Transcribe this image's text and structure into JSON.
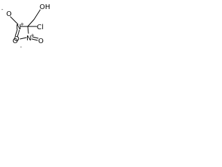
{
  "molecule": {
    "atoms": {
      "hydroxyl": "OH",
      "chlorine": "Cl",
      "nitro_left_n": "N",
      "nitro_left_o_minus": "O",
      "nitro_left_o": "O",
      "nitro_right_n": "N",
      "nitro_right_o_minus": "O",
      "nitro_right_o": "O"
    },
    "charges": {
      "nitro_left_n": "+",
      "nitro_left_o_minus": "-",
      "nitro_right_n": "+",
      "nitro_right_o_minus": "-"
    }
  }
}
